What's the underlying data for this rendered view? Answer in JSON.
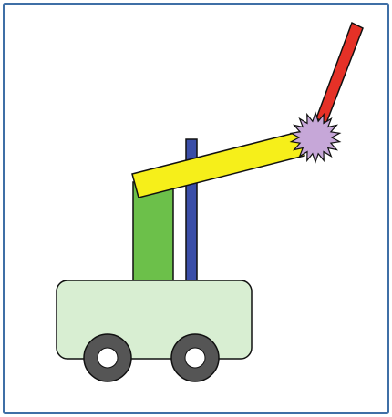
{
  "figure": {
    "colors": {
      "background": "#ffffff",
      "border": "#3f6fa6",
      "outline": "#111111",
      "body": "#d8eed2",
      "green_pillar": "#6cc04a",
      "blue_pillar": "#3a4ea8",
      "yellow_arm": "#f6ef1a",
      "red_arm": "#e53127",
      "joint": "#c6a7d8",
      "wheel": "#555555",
      "wheel_hub": "#ffffff"
    },
    "components": [
      "robot-body",
      "green-pillar",
      "blue-pillar",
      "yellow-arm",
      "red-arm",
      "elbow-joint",
      "left-wheel",
      "right-wheel"
    ]
  }
}
